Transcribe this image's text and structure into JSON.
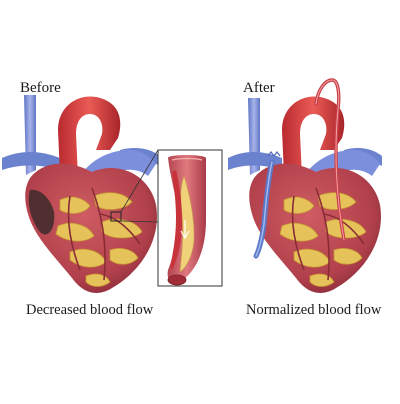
{
  "labels": {
    "before": "Before",
    "after": "After",
    "caption_before": "Decreased blood flow",
    "caption_after": "Normalized blood flow"
  },
  "colors": {
    "aorta": "#d83b3a",
    "aorta_dark": "#a8242a",
    "vena_cava": "#7d8fd6",
    "vein_blue": "#5a79c8",
    "heart_muscle": "#b9474f",
    "heart_dark": "#8a2c36",
    "fat": "#e8c45a",
    "fat_dark": "#c79a33",
    "artery_wall": "#c9606a",
    "plaque": "#f0d27a",
    "blood": "#d84a48",
    "callout_box": "#333333",
    "background": "#ffffff"
  }
}
